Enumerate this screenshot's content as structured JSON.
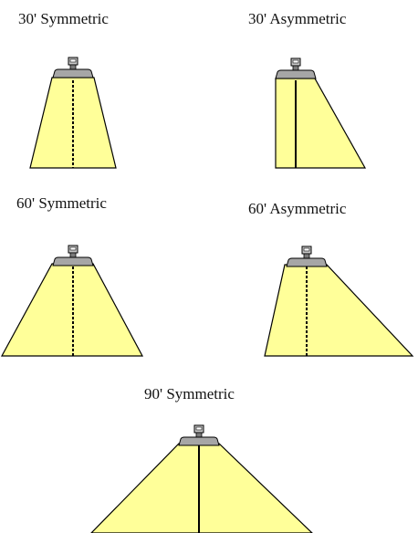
{
  "diagram": {
    "colors": {
      "beam": "#ffff99",
      "outline": "#000000",
      "fixture_body": "#a6a6a6",
      "fixture_cap": "#c8c8c8",
      "center_line": "#000000"
    },
    "items": [
      {
        "id": "30-sym",
        "label": "30' Symmetric",
        "beam_angle": 30,
        "type": "symmetric"
      },
      {
        "id": "30-asym",
        "label": "30' Asymmetric",
        "beam_angle": 30,
        "type": "asymmetric"
      },
      {
        "id": "60-sym",
        "label": "60' Symmetric",
        "beam_angle": 60,
        "type": "symmetric"
      },
      {
        "id": "60-asym",
        "label": "60' Asymmetric",
        "beam_angle": 60,
        "type": "asymmetric"
      },
      {
        "id": "90-sym",
        "label": "90' Symmetric",
        "beam_angle": 90,
        "type": "symmetric"
      }
    ]
  }
}
